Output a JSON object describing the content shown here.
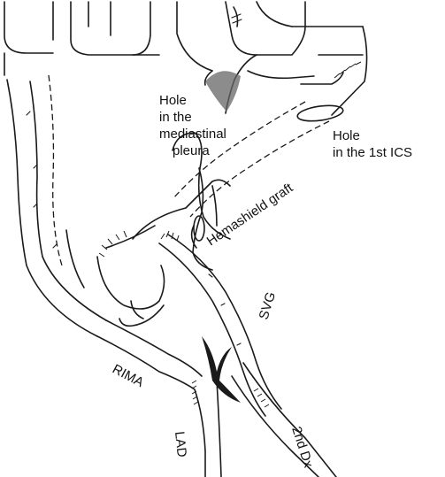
{
  "labels": {
    "mediastinal_hole": "Hole\nin the\nmediastinal\npleura",
    "ics_hole": "Hole\nin the 1st ICS",
    "graft": "Hemashield graft",
    "svg": "SVG",
    "rima": "RIMA",
    "lad": "LAD",
    "dx": "2nd Dx"
  }
}
